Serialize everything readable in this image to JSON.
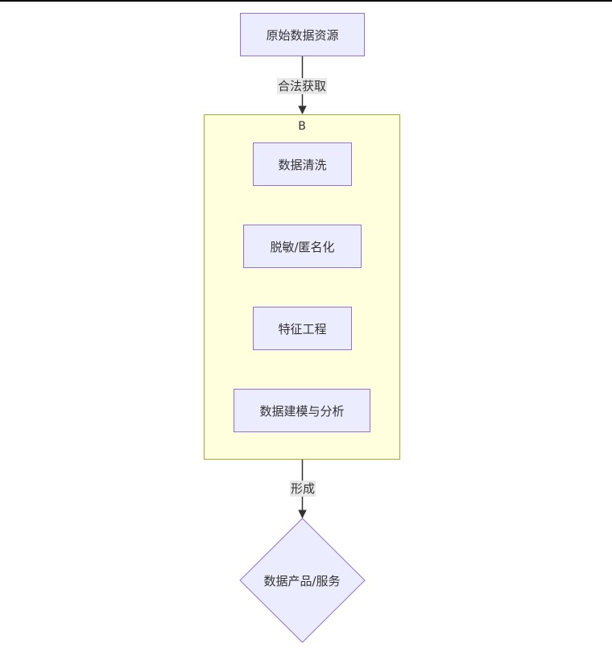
{
  "diagram": {
    "type": "flowchart",
    "direction": "top-down",
    "colors": {
      "node_fill": "#ECECFF",
      "node_stroke": "#9370DB",
      "cluster_fill": "#FFFFDE",
      "cluster_stroke": "#AAAA33",
      "edge": "#333333",
      "edge_label_bg": "#E8E8E8"
    },
    "nodes": {
      "source": "原始数据资源",
      "cleaning": "数据清洗",
      "anonymize": "脱敏/匿名化",
      "features": "特征工程",
      "modeling": "数据建模与分析",
      "product": "数据产品/服务"
    },
    "cluster": {
      "title": "B"
    },
    "edges": [
      {
        "from": "source",
        "to": "cluster",
        "label": "合法获取"
      },
      {
        "from": "cluster",
        "to": "product",
        "label": "形成"
      }
    ]
  }
}
